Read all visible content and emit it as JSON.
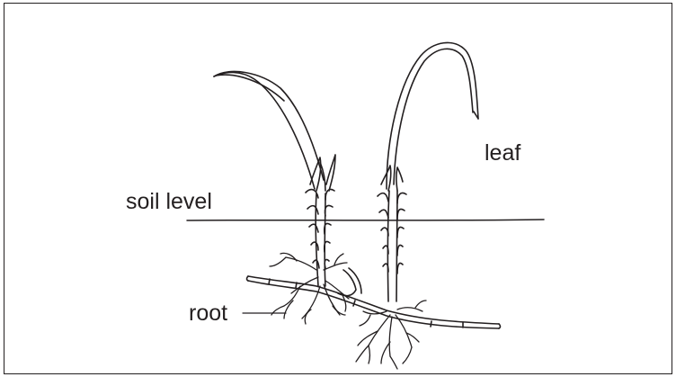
{
  "labels": {
    "leaf": "leaf",
    "soil_level": "soil level",
    "root": "root"
  },
  "colors": {
    "ink": "#231f20",
    "background": "#ffffff"
  }
}
